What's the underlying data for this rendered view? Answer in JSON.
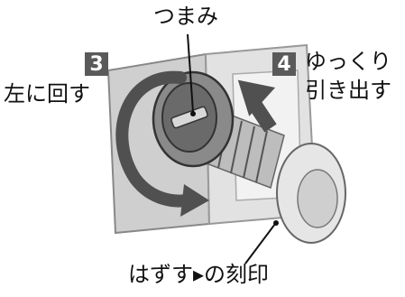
{
  "callouts": {
    "knob_label": "つまみ",
    "step3_number": "3",
    "step3_text": "左に回す",
    "step4_number": "4",
    "step4_line1": "ゆっくり",
    "step4_line2": "引き出す",
    "bottom_text": "はずす▸の刻印"
  },
  "colors": {
    "arrow": "#505050",
    "panel": "#d8d8d8",
    "badge": "#5a5a5a"
  }
}
